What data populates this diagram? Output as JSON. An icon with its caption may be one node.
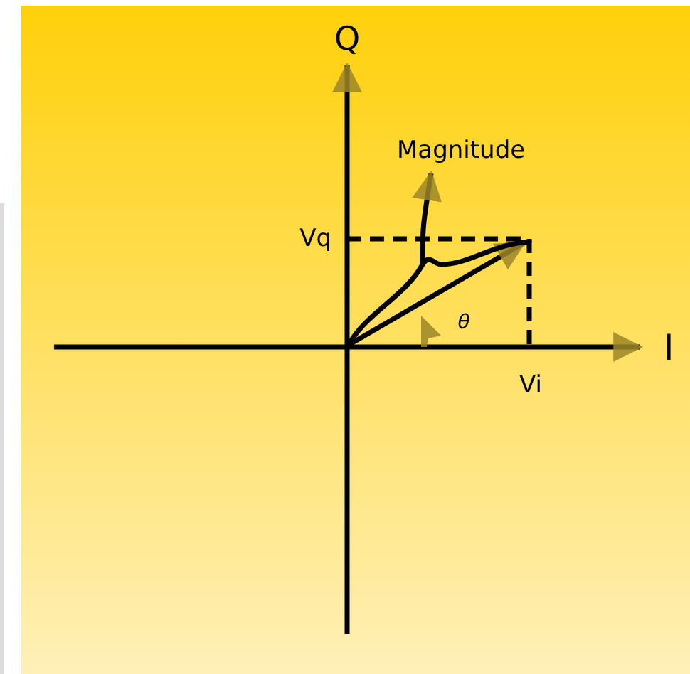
{
  "diagram": {
    "nodes": [
      {
        "text": [
          "Magnitude"
        ]
      },
      {
        "text": [],
        "shape": "bracket"
      }
    ],
    "edges": [
      {
        "from": 1,
        "to": 0,
        "arrow": "to"
      }
    ],
    "labels": [
      "Q",
      "I",
      "Vq",
      "Vi",
      "θ"
    ]
  }
}
